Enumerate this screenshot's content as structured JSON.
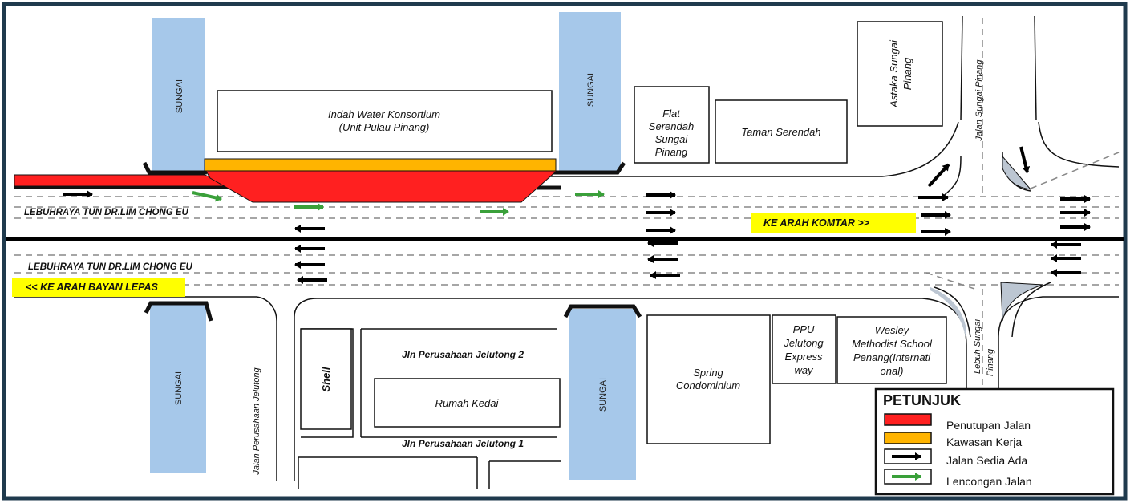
{
  "rivers": {
    "label": "SUNGAI"
  },
  "buildings": {
    "indah_water": [
      "Indah Water Konsortium",
      "(Unit Pulau Pinang)"
    ],
    "flat_serendah": [
      "Flat",
      "Serendah",
      "Sungai",
      "Pinang"
    ],
    "taman_serendah": "Taman Serendah",
    "astaka": [
      "Astaka Sungai",
      "Pinang"
    ],
    "shell": "Shell",
    "rumah_kedai": "Rumah Kedai",
    "spring_condo": [
      "Spring",
      "Condominium"
    ],
    "ppu": [
      "PPU",
      "Jelutong",
      "Express",
      "way"
    ],
    "wesley": [
      "Wesley",
      "Methodist School",
      "Penang(Internati",
      "onal)"
    ]
  },
  "roads": {
    "highway_north": "LEBUHRAYA TUN DR.LIM CHONG EU",
    "highway_south": "LEBUHRAYA TUN DR.LIM CHONG EU",
    "jalan_sungai_pinang": "Jalan Sungai Pinang",
    "jalan_perusahaan_jelutong": "Jalan Perusahaan Jelutong",
    "jln_perusahaan_2": "Jln Perusahaan Jelutong 2",
    "jln_perusahaan_1": "Jln Perusahaan Jelutong 1",
    "lebuh_sungai_pinang": [
      "Lebuh Sungai",
      "Pinang"
    ]
  },
  "directions": {
    "komtar": "KE ARAH KOMTAR >>",
    "bayan_lepas": "<< KE ARAH BAYAN LEPAS"
  },
  "legend": {
    "title": "PETUNJUK",
    "items": [
      {
        "label": "Penutupan Jalan",
        "color": "#ff2020"
      },
      {
        "label": "Kawasan Kerja",
        "color": "#ffb400"
      },
      {
        "label": "Jalan Sedia Ada",
        "color": "#000000"
      },
      {
        "label": "Lencongan Jalan",
        "color": "#3aa03a"
      }
    ]
  },
  "colors": {
    "river": "#a6c8ea",
    "closure": "#ff2020",
    "work_zone": "#ffb400",
    "existing_arrow": "#000000",
    "detour_arrow": "#3aa03a",
    "direction_label_bg": "#ffff00",
    "frame": "#1f3a4d"
  }
}
